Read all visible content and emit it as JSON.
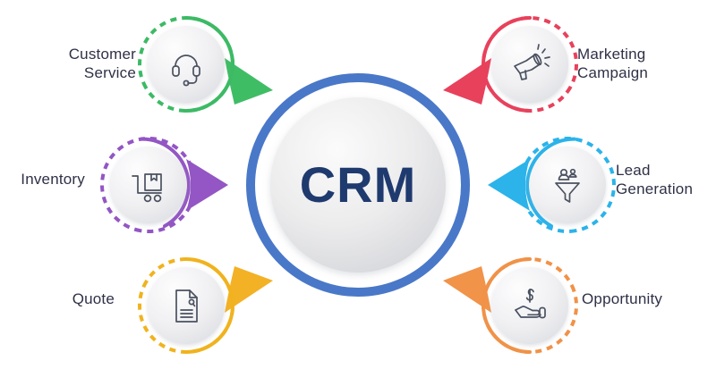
{
  "diagram": {
    "title": "CRM",
    "center": {
      "label": "CRM",
      "ring_color": "#4a78c8",
      "inner_color_start": "#f4f4f6",
      "inner_color_end": "#d8d9dd",
      "text_color": "#1f3a6e"
    },
    "label_text_color": "#2e3146",
    "background": "#ffffff",
    "nodes": [
      {
        "id": "customer-service",
        "label": "Customer\nService",
        "icon": "headset-icon",
        "ring_color": "#3cba65",
        "arrow_color": "#3fbd65",
        "position": "top-left"
      },
      {
        "id": "marketing-campaign",
        "label": "Marketing\nCampaign",
        "icon": "megaphone-icon",
        "ring_color": "#e8415c",
        "arrow_color": "#e8415c",
        "position": "top-right"
      },
      {
        "id": "inventory",
        "label": "Inventory",
        "icon": "cart-box-icon",
        "ring_color": "#9356c4",
        "arrow_color": "#9356c4",
        "position": "middle-left"
      },
      {
        "id": "lead-generation",
        "label": "Lead\nGeneration",
        "icon": "funnel-people-icon",
        "ring_color": "#2bb3ea",
        "arrow_color": "#2bb3ea",
        "position": "middle-right"
      },
      {
        "id": "quote",
        "label": "Quote",
        "icon": "document-quote-icon",
        "ring_color": "#f0b31e",
        "arrow_color": "#f3b125",
        "position": "bottom-left"
      },
      {
        "id": "opportunity",
        "label": "Opportunity",
        "icon": "hand-dollar-icon",
        "ring_color": "#f09248",
        "arrow_color": "#f19348",
        "position": "bottom-right"
      }
    ]
  }
}
